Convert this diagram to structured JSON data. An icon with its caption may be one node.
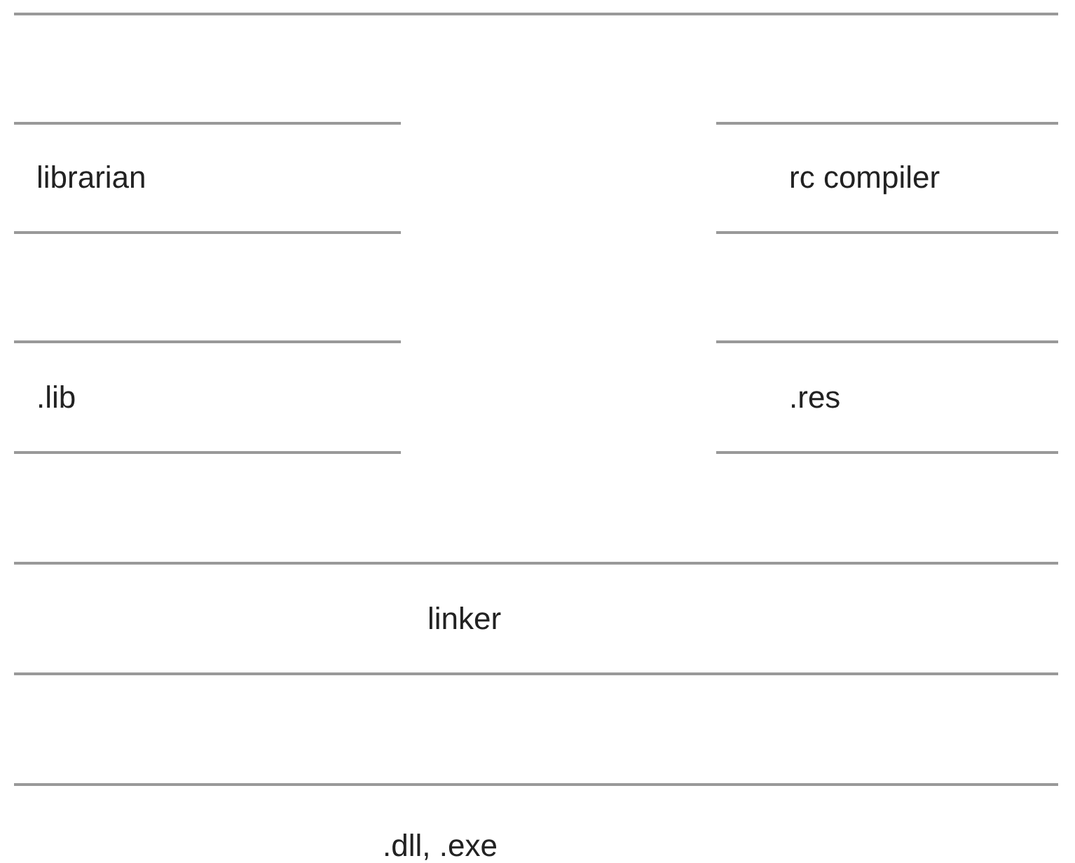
{
  "diagram": {
    "nodes": [
      {
        "text": [
          "librarian"
        ]
      },
      {
        "text": [
          "rc compiler"
        ]
      },
      {
        "text": [
          ".lib"
        ]
      },
      {
        "text": [
          ".res"
        ]
      },
      {
        "text": [
          "linker"
        ]
      },
      {
        "text": [
          ".dll, .exe"
        ]
      }
    ]
  }
}
